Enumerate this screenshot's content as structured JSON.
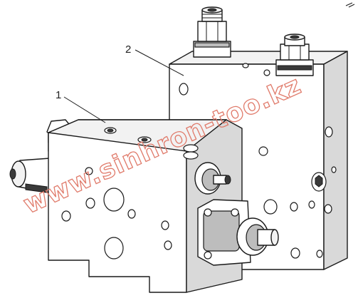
{
  "callouts": {
    "part1": "1",
    "part2": "2"
  },
  "watermark": {
    "text": "www.sinhron-too.kz"
  },
  "colors": {
    "line": "#1a1a1a",
    "watermark": "#e07a6a",
    "background": "#ffffff"
  }
}
